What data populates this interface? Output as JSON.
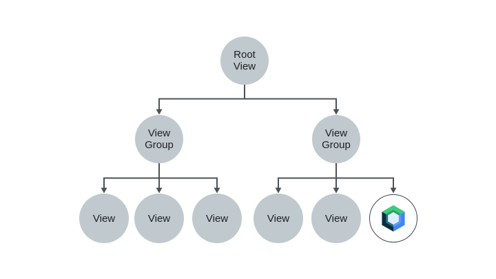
{
  "page": {
    "background_color": "#ffffff"
  },
  "diagram": {
    "type": "tree",
    "connector_color": "#4d5156",
    "node_fill_color": "#bfc9ce",
    "node_text_color": "#202124",
    "nodes": {
      "root": {
        "line1": "Root",
        "line2": "View"
      },
      "group_left": {
        "line1": "View",
        "line2": "Group"
      },
      "group_right": {
        "line1": "View",
        "line2": "Group"
      },
      "view1": {
        "label": "View"
      },
      "view2": {
        "label": "View"
      },
      "view3": {
        "label": "View"
      },
      "view4": {
        "label": "View"
      },
      "view5": {
        "label": "View"
      },
      "compose": {
        "icon": "jetpack-compose-icon",
        "circle_fill": "#ffffff",
        "ring_color": "#3f464b",
        "logo_colors": {
          "green": "#3ecb7c",
          "green_dark": "#2ba164",
          "blue": "#4285f4",
          "blue_light": "#639bf5",
          "navy": "#0a2d40",
          "teal": "#2e6b84",
          "center": "#ddeef9"
        }
      }
    },
    "structure": {
      "root_children": [
        "group_left",
        "group_right"
      ],
      "group_left_children": [
        "view1",
        "view2",
        "view3"
      ],
      "group_right_children": [
        "view4",
        "view5",
        "compose"
      ]
    }
  }
}
